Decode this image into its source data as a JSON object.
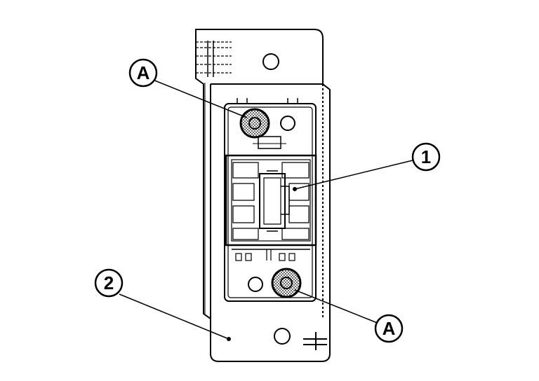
{
  "callouts": {
    "a_top": "A",
    "a_bottom": "A",
    "one": "1",
    "two": "2"
  },
  "colors": {
    "line": "#000000",
    "background": "#ffffff",
    "stipple": "#888888"
  }
}
